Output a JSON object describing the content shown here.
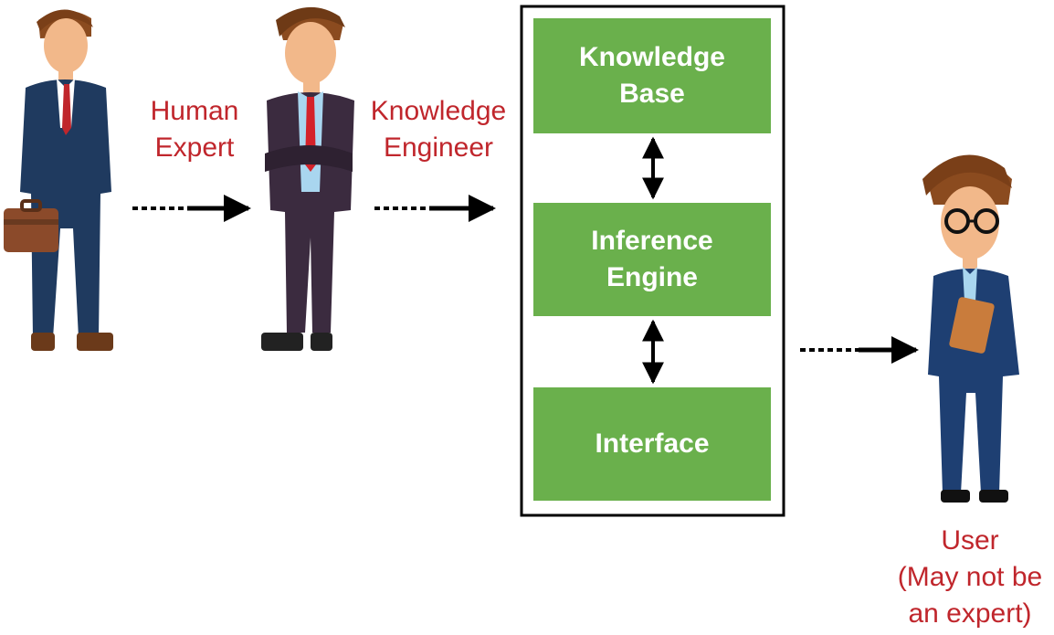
{
  "people": {
    "human_expert_label": "Human\nExpert",
    "knowledge_engineer_label": "Knowledge\nEngineer",
    "user_label": "User\n(May not be\nan expert)"
  },
  "system": {
    "knowledge_base": "Knowledge\nBase",
    "inference_engine": "Inference\nEngine",
    "interface": "Interface"
  },
  "colors": {
    "label_red": "#c0262c",
    "box_green": "#6ab04c",
    "suit_navy": "#1f3a5f",
    "suit_purple": "#3b2b3f",
    "suit_blue": "#1e3f72"
  }
}
